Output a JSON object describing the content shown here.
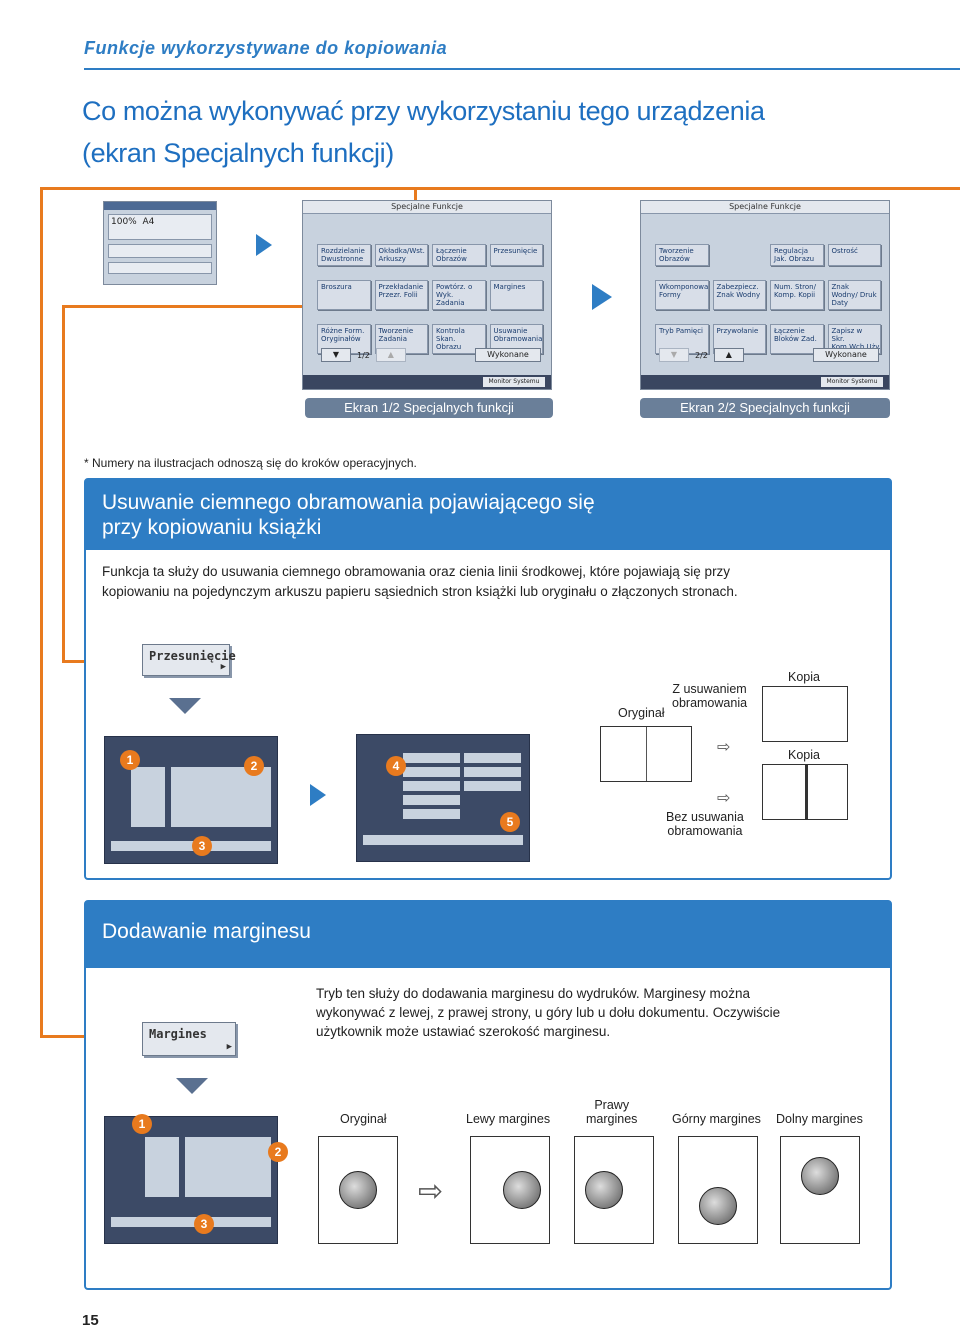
{
  "header": {
    "section_title": "Funkcje wykorzystywane do kopiowania",
    "title_line1": "Co można wykonywać przy wykorzystaniu tego urządzenia",
    "title_line2": "(ekran Specjalnych funkcji)"
  },
  "screens": {
    "special_title": "Specjalne Funkcje",
    "page1": "1/2",
    "page2": "2/2",
    "done": "Wykonane",
    "monitor": "Monitor Systemu",
    "caption1": "Ekran 1/2 Specjalnych funkcji",
    "caption2": "Ekran 2/2 Specjalnych funkcji",
    "screen1_buttons": [
      "Rozdzielanie Dwustronne",
      "Okładka/Wst. Arkuszy",
      "Łączenie Obrazów",
      "Przesunięcie",
      "Broszura",
      "Przekładanie Przezr. Folii",
      "Powtórz. o Wyk. Zadania",
      "Margines",
      "Różne Form. Oryginałów",
      "Tworzenie Zadania",
      "Kontrola Skan. Obrazu",
      "Usuwanie Obramowania"
    ],
    "screen2_buttons": [
      "Tworzenie Obrazów",
      "",
      "Regulacja Jak. Obrazu",
      "Ostrość",
      "Wkomponowanie Formy",
      "Zabezpiecz. Znak Wodny",
      "Num. Stron/ Komp. Kopii",
      "Znak Wodny/ Druk Daty",
      "Tryb Pamięci",
      "Przywołanie",
      "Łączenie Bloków Zad.",
      "Zapisz w Skr. Kom.Wch.Uży."
    ]
  },
  "note": "* Numery na ilustracjach odnoszą się do kroków operacyjnych.",
  "section1": {
    "title_line1": "Usuwanie ciemnego obramowania pojawiającego się",
    "title_line2": "przy kopiowaniu książki",
    "body_line1": "Funkcja ta służy do usuwania ciemnego obramowania oraz cienia linii środkowej, które pojawiają się przy",
    "body_line2": "kopiowaniu na pojedynczym arkuszu papieru sąsiednich stron książki lub oryginału o złączonych stronach.",
    "menu_button": "Przesunięcie",
    "label_original": "Oryginał",
    "label_with_line1": "Z usuwaniem",
    "label_with_line2": "obramowania",
    "label_copy1": "Kopia",
    "label_copy2": "Kopia",
    "label_without_line1": "Bez usuwania",
    "label_without_line2": "obramowania",
    "badges": [
      "1",
      "2",
      "3",
      "4",
      "5"
    ]
  },
  "section2": {
    "title": "Dodawanie marginesu",
    "body_line1": "Tryb ten służy do dodawania marginesu do wydruków. Marginesy można",
    "body_line2": "wykonywać z lewej, z prawej strony, u góry lub u dołu dokumentu. Oczywiście",
    "body_line3": "użytkownik może ustawiać szerokość marginesu.",
    "menu_button": "Margines",
    "label_original": "Oryginał",
    "label_left": "Lewy margines",
    "label_right_line1": "Prawy",
    "label_right_line2": "margines",
    "label_top": "Górny margines",
    "label_bottom": "Dolny margines",
    "badges": [
      "1",
      "2",
      "3"
    ]
  },
  "page_number": "15",
  "colors": {
    "accent": "#2e7dc4",
    "connector": "#e87a1e"
  }
}
